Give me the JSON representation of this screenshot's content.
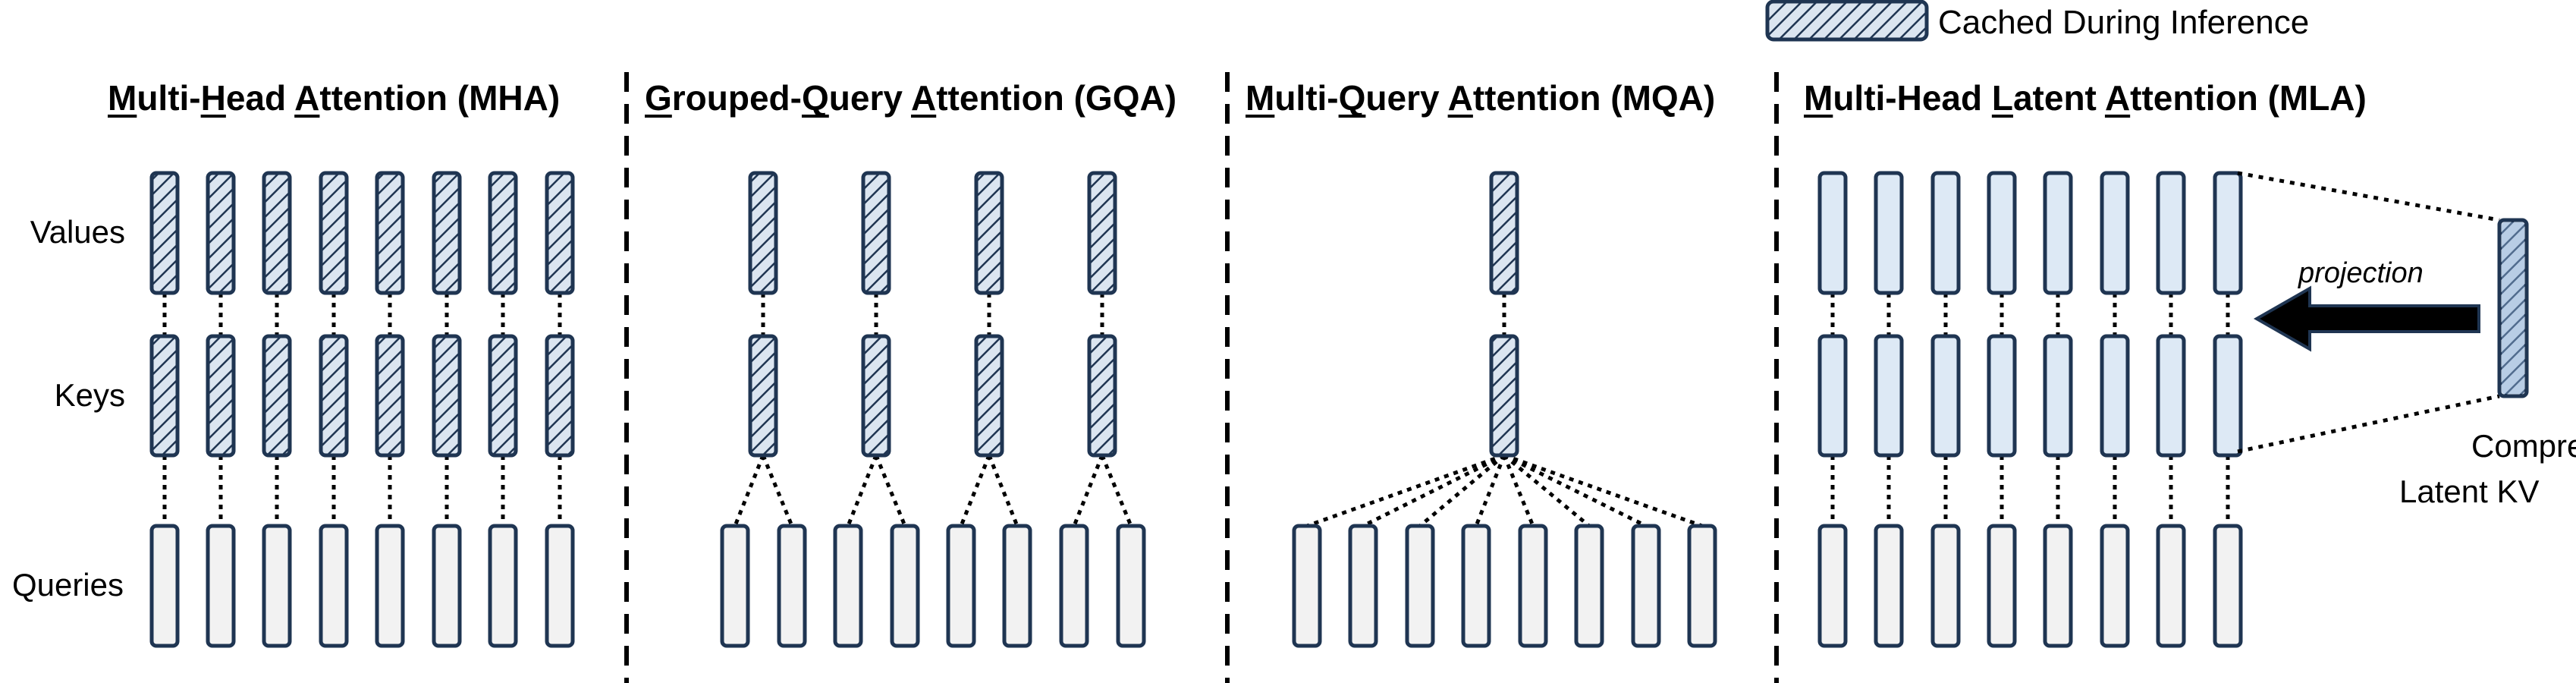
{
  "legend": {
    "label": "Cached During Inference"
  },
  "row_labels": {
    "values": "Values",
    "keys": "Keys",
    "queries": "Queries"
  },
  "panels": [
    {
      "id": "mha",
      "title": "Multi-Head Attention (MHA)",
      "underline": [
        0,
        6,
        11
      ],
      "kv_heads": 8,
      "kv_cached": true
    },
    {
      "id": "gqa",
      "title": "Grouped-Query Attention (GQA)",
      "underline": [
        0,
        8,
        14
      ],
      "kv_heads": 4,
      "kv_cached": true
    },
    {
      "id": "mqa",
      "title": "Multi-Query Attention (MQA)",
      "underline": [
        0,
        6,
        12
      ],
      "kv_heads": 1,
      "kv_cached": true
    },
    {
      "id": "mla",
      "title": "Multi-Head Latent Attention (MLA)",
      "underline": [
        0,
        11,
        18
      ],
      "kv_heads": 8,
      "kv_cached": false
    }
  ],
  "queries_per_panel": 8,
  "mla": {
    "projection_label": "projection",
    "latent_label_line1": "Compressed",
    "latent_label_line2": "Latent KV"
  },
  "colors": {
    "stroke": "#1f3552",
    "query_fill": "#f2f2f2",
    "mla_kv_fill": "#dde9f5",
    "latent_fill": "#8fb0d6",
    "hatch_bg": "#dbe5f0",
    "arrow": "#000000"
  }
}
